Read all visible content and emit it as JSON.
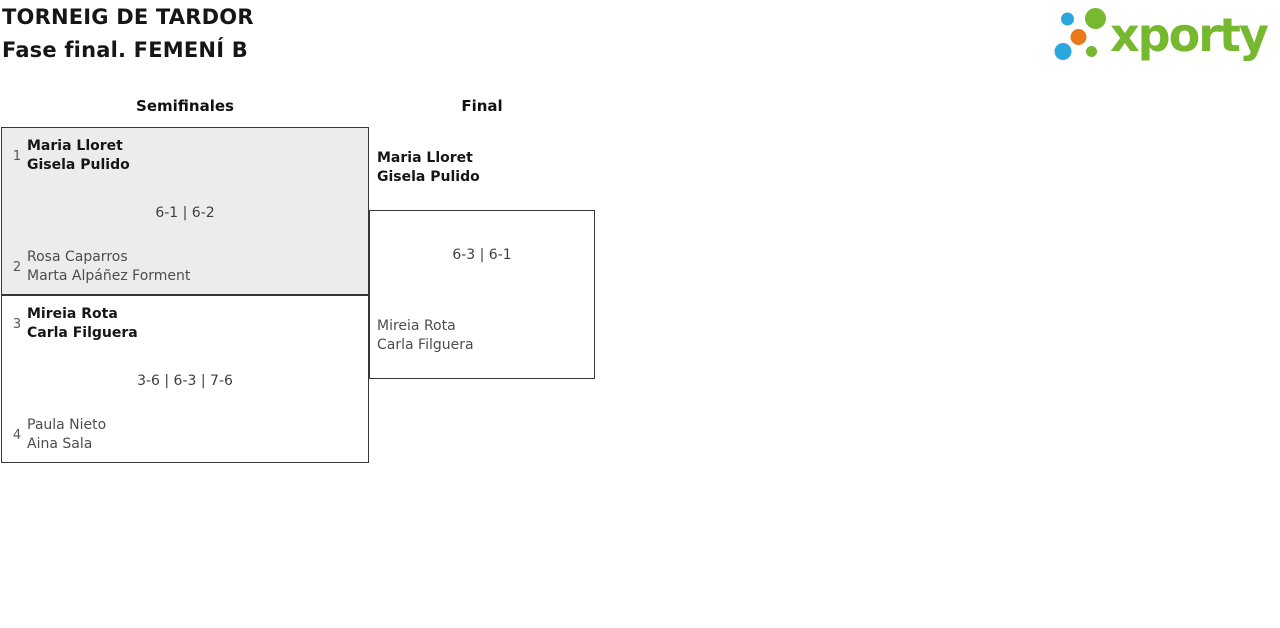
{
  "header": {
    "title": "TORNEIG DE TARDOR",
    "subtitle": "Fase final. FEMENÍ B",
    "logo": {
      "brand": "xporty",
      "colors": {
        "green": "#76b82e",
        "blue": "#29a7de",
        "orange": "#e87a1a"
      }
    }
  },
  "bracket": {
    "round_headers": {
      "semifinals": "Semifinales",
      "final": "Final"
    },
    "semifinals": [
      {
        "team1": {
          "seed": "1",
          "player1": "Maria Lloret",
          "player2": "Gisela Pulido",
          "winner": true
        },
        "score": "6-1 | 6-2",
        "team2": {
          "seed": "2",
          "player1": "Rosa Caparros",
          "player2": "Marta Alpáñez Forment",
          "winner": false
        }
      },
      {
        "team1": {
          "seed": "3",
          "player1": "Mireia Rota",
          "player2": "Carla Filguera",
          "winner": true
        },
        "score": "3-6 | 6-3 | 7-6",
        "team2": {
          "seed": "4",
          "player1": "Paula Nieto",
          "player2": "Aina Sala",
          "winner": false
        }
      }
    ],
    "final": {
      "team1": {
        "player1": "Maria Lloret",
        "player2": "Gisela Pulido",
        "winner": true
      },
      "score": "6-3 | 6-1",
      "team2": {
        "player1": "Mireia Rota",
        "player2": "Carla Filguera",
        "winner": false
      }
    }
  }
}
